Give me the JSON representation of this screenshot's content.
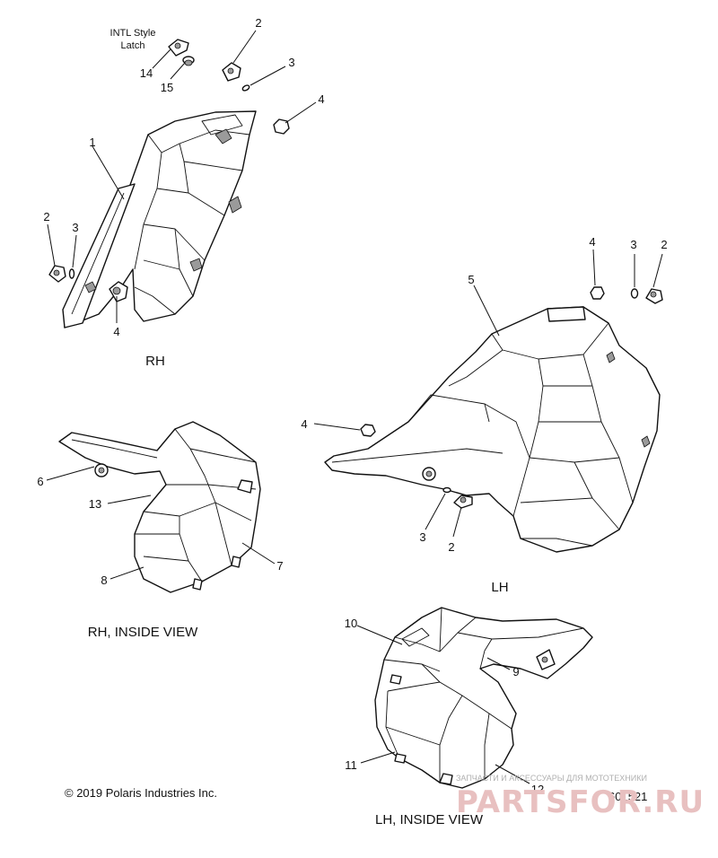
{
  "latch_note": [
    "INTL Style",
    "Latch"
  ],
  "callouts": {
    "c14": "14",
    "c15": "15",
    "c2_top": "2",
    "c3_top": "3",
    "c4_top": "4",
    "c1": "1",
    "c2_rh": "2",
    "c3_rh": "3",
    "c4_rh": "4",
    "c4_lh_top": "4",
    "c3_lh_top": "3",
    "c2_lh_top": "2",
    "c5": "5",
    "c4_lh_side": "4",
    "c3_lh_bottom": "3",
    "c2_lh_bottom": "2",
    "c6": "6",
    "c13": "13",
    "c7": "7",
    "c8": "8",
    "c10": "10",
    "c9": "9",
    "c11": "11",
    "c12": "12"
  },
  "captions": {
    "rh": "RH",
    "lh": "LH",
    "rh_inside": "RH, INSIDE VIEW",
    "lh_inside": "LH, INSIDE VIEW"
  },
  "copyright": "© 2019 Polaris Industries Inc.",
  "diagram_number": "601521",
  "watermark": {
    "tagline": "ЗАПЧАСТИ И АКСЕССУАРЫ ДЛЯ МОТОТЕХНИКИ",
    "logo": "PARTSFOR.RU"
  }
}
